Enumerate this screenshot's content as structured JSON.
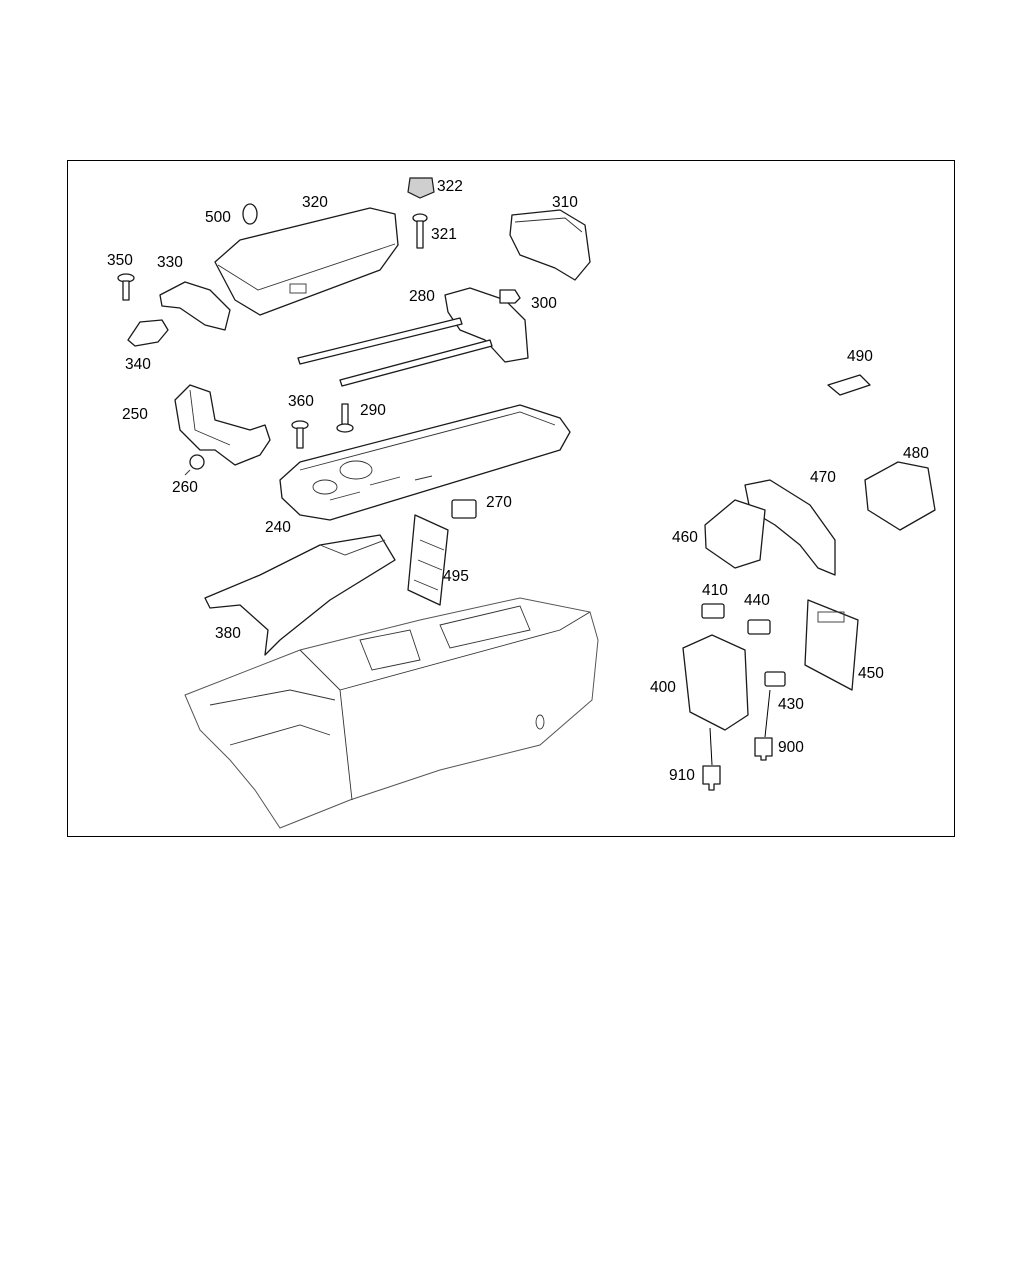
{
  "callouts": {
    "p240": "240",
    "p250": "250",
    "p260": "260",
    "p270": "270",
    "p280": "280",
    "p290": "290",
    "p300": "300",
    "p310": "310",
    "p320": "320",
    "p321": "321",
    "p322": "322",
    "p330": "330",
    "p340": "340",
    "p350": "350",
    "p360": "360",
    "p380": "380",
    "p400": "400",
    "p410": "410",
    "p430": "430",
    "p440": "440",
    "p450": "450",
    "p460": "460",
    "p470": "470",
    "p480": "480",
    "p490": "490",
    "p495": "495",
    "p500": "500",
    "p900": "900",
    "p910": "910"
  },
  "colors": {
    "line": "#1a1a1a",
    "fill": "#ffffff",
    "frame": "#000000"
  }
}
